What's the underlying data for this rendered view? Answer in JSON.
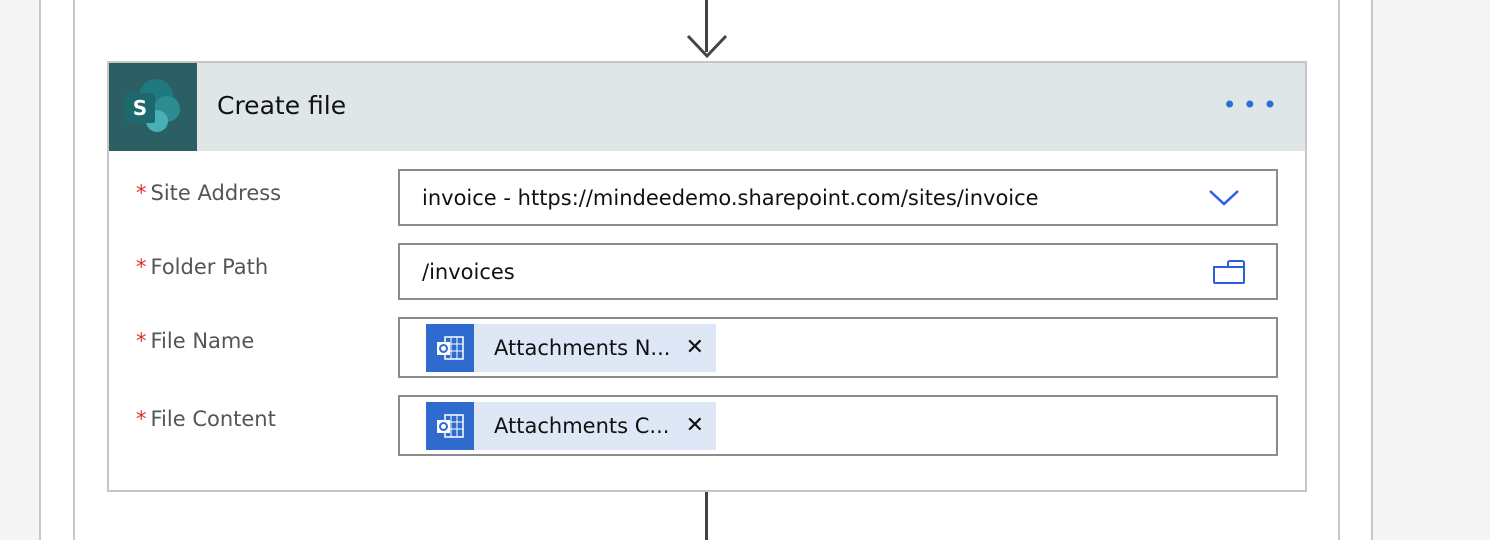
{
  "card": {
    "title": "Create file",
    "more_label": "..."
  },
  "fields": [
    {
      "label": "Site Address",
      "required": "*",
      "value": "invoice - https://mindeedemo.sharepoint.com/sites/invoice"
    },
    {
      "label": "Folder Path",
      "required": "*",
      "value": "/invoices"
    },
    {
      "label": "File Name",
      "required": "*",
      "token": "Attachments N..."
    },
    {
      "label": "File Content",
      "required": "*",
      "token": "Attachments C..."
    }
  ],
  "colors": {
    "accent": "#2b6ed6",
    "header": "#dfe6e8",
    "logo": "#2b5f63",
    "token": "#dde7f5"
  }
}
